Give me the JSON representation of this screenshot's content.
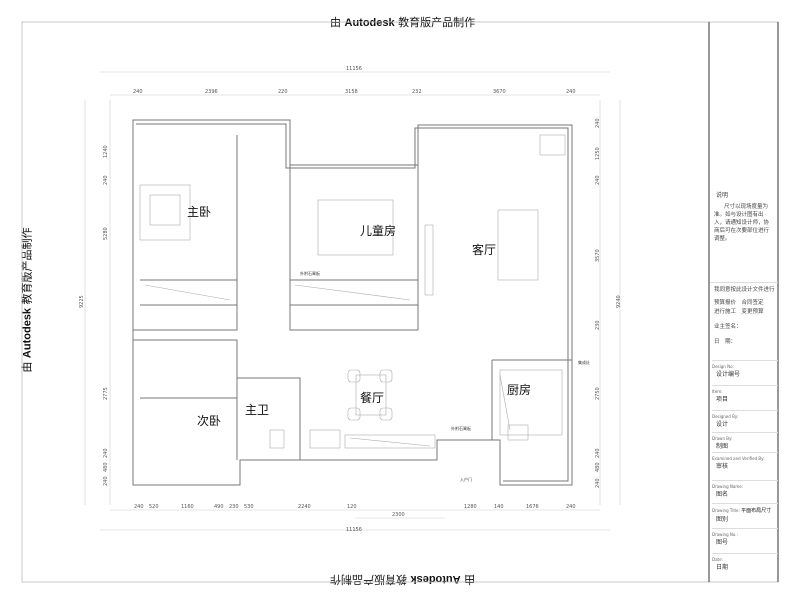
{
  "watermark": {
    "prefix": "由",
    "brand": "Autodesk",
    "suffix": "教育版产品制作"
  },
  "rooms": {
    "master_bedroom": "主卧",
    "kids_room": "儿童房",
    "living_room": "客厅",
    "second_bedroom": "次卧",
    "master_bath": "主卫",
    "dining_room": "餐厅",
    "kitchen": "厨房",
    "entrance": "入户门"
  },
  "notes": {
    "gypsum_1": "外附石膏板",
    "gypsum_2": "外附石膏板",
    "integrated_stove": "集成灶"
  },
  "dimensions": {
    "top_total": "11156",
    "top": [
      "240",
      "2396",
      "220",
      "3158",
      "232",
      "3670",
      "240"
    ],
    "bottom": [
      "240",
      "520",
      "1160",
      "490",
      "230",
      "530",
      "2240",
      "120",
      "1280",
      "140",
      "1676",
      "240"
    ],
    "bottom_mid": "2300",
    "bottom_total": "11156",
    "left": [
      "1240",
      "240",
      "5280",
      "2775",
      "240",
      "480",
      "240"
    ],
    "left_total": "9225",
    "right": [
      "240",
      "1250",
      "240",
      "3570",
      "230",
      "2750",
      "240",
      "480",
      "240"
    ],
    "right_total": "9240"
  },
  "title_block": {
    "note_title": "说明",
    "note_body": "尺寸以现场度量为准。如与设计图有出入，请通知设计师，协商后可在次要部位进行调整。",
    "confirm": "我同意按此设计文件进行",
    "opt1": "预算报价",
    "opt2": "合同签定",
    "opt3": "进行施工",
    "opt4": "变更预算",
    "owner_sign": "业主签名：",
    "date_label": "日　期：",
    "rows": [
      {
        "en": "Design No:",
        "cn": "设计编号",
        "value": ""
      },
      {
        "en": "Item:",
        "cn": "项目",
        "value": ""
      },
      {
        "en": "Designed By:",
        "cn": "设计",
        "value": ""
      },
      {
        "en": "Drawn By:",
        "cn": "制图",
        "value": ""
      },
      {
        "en": "Examined and Verified By:",
        "cn": "审核",
        "value": ""
      },
      {
        "en": "Drawing Name:",
        "cn": "图名",
        "value": ""
      },
      {
        "en": "Drawing Title:",
        "cn": "图别",
        "value": "平面布局尺寸"
      },
      {
        "en": "Drawing No.:",
        "cn": "图号",
        "value": ""
      },
      {
        "en": "Date:",
        "cn": "日期",
        "value": ""
      }
    ]
  }
}
